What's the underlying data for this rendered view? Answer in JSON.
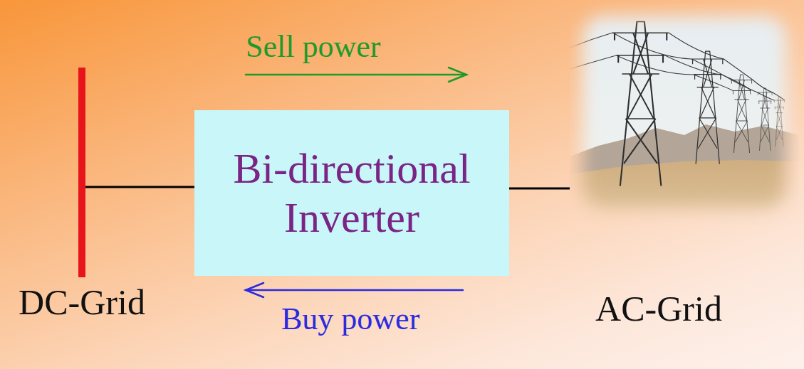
{
  "diagram": {
    "nodes": [
      {
        "text": [
          "DC-Grid"
        ]
      },
      {
        "text": [
          "Bi-directional Inverter"
        ]
      },
      {
        "text": [
          "AC-Grid"
        ]
      }
    ],
    "edges": [
      {
        "from": 0,
        "to": 1,
        "arrow": "none"
      },
      {
        "from": 1,
        "to": 2,
        "arrow": "none"
      }
    ],
    "labels": [
      "Sell power",
      "Buy power"
    ]
  }
}
